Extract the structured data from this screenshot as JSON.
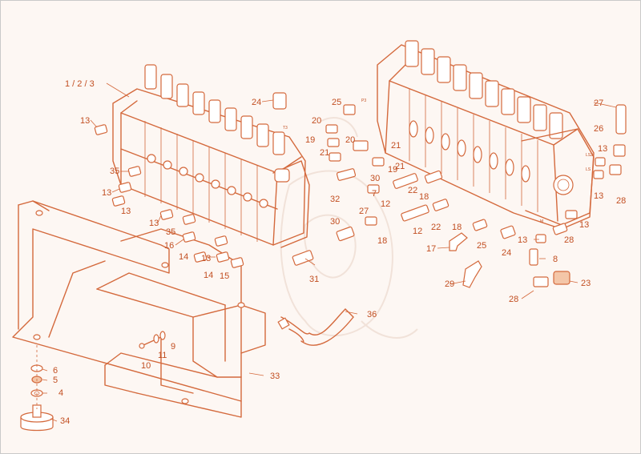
{
  "diagram": {
    "accent_color": "#d4693c",
    "background_color": "#fdf7f3",
    "callouts": {
      "c123": "1 / 2 / 3",
      "c24a": "24",
      "c25a": "25",
      "c27a": "27",
      "c13a": "13",
      "c20a": "20",
      "c20b": "20",
      "c19a": "19",
      "c21a": "21",
      "c21b": "21",
      "c21c": "21",
      "c26": "26",
      "c13b": "13",
      "c35a": "35",
      "c13c": "13",
      "c13d": "13",
      "c19b": "19",
      "c30a": "30",
      "c22a": "22",
      "c18a": "18",
      "c28a": "28",
      "c32": "32",
      "c7": "7",
      "c27b": "27",
      "c12a": "12",
      "c13e": "13",
      "c13f": "13",
      "c35b": "35",
      "c16": "16",
      "c14a": "14",
      "c13g": "13",
      "c30b": "30",
      "c18b": "18",
      "c12b": "12",
      "c22b": "22",
      "c18c": "18",
      "c25b": "25",
      "c24b": "24",
      "c13h": "13",
      "c28b": "28",
      "c14b": "14",
      "c15": "15",
      "c17": "17",
      "c8": "8",
      "c31": "31",
      "c29": "29",
      "c23": "23",
      "c28c": "28",
      "c36": "36",
      "c9": "9",
      "c11": "11",
      "c10": "10",
      "c6": "6",
      "c5": "5",
      "c4": "4",
      "c33": "33",
      "c34": "34"
    },
    "small_labels": {
      "t3": "T3",
      "p3": "P3",
      "ls2": "LS2",
      "ls": "LS",
      "m": "M"
    }
  }
}
